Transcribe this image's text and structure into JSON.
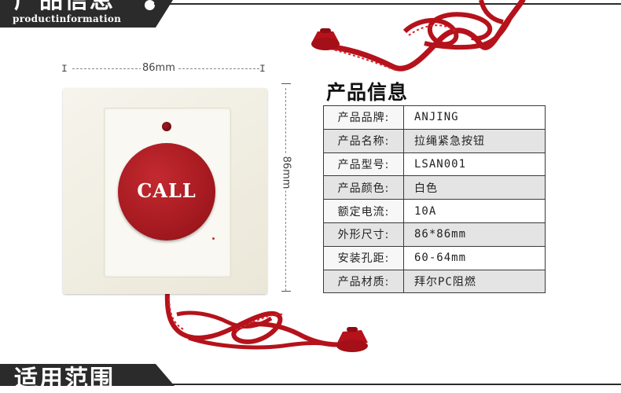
{
  "header": {
    "title": "产品信息",
    "subtitle": "productinformation"
  },
  "footer": {
    "title": "适用范围"
  },
  "product": {
    "button_label": "CALL",
    "width_dim": "86mm",
    "height_dim": "86mm",
    "dim_tick": "I"
  },
  "spec": {
    "title": "产品信息",
    "rows": [
      {
        "label": "产品品牌:",
        "value": "ANJING"
      },
      {
        "label": "产品名称:",
        "value": "拉绳紧急按钮"
      },
      {
        "label": "产品型号:",
        "value": "LSAN001"
      },
      {
        "label": "产品颜色:",
        "value": "白色"
      },
      {
        "label": "额定电流:",
        "value": "10A"
      },
      {
        "label": "外形尺寸:",
        "value": "86*86mm"
      },
      {
        "label": "安装孔距:",
        "value": "60-64mm"
      },
      {
        "label": "产品材质:",
        "value": "拜尔PC阻燃"
      }
    ]
  },
  "colors": {
    "banner": "#2b2b2b",
    "button_red": "#a51a20",
    "cord_red": "#c0141c"
  }
}
